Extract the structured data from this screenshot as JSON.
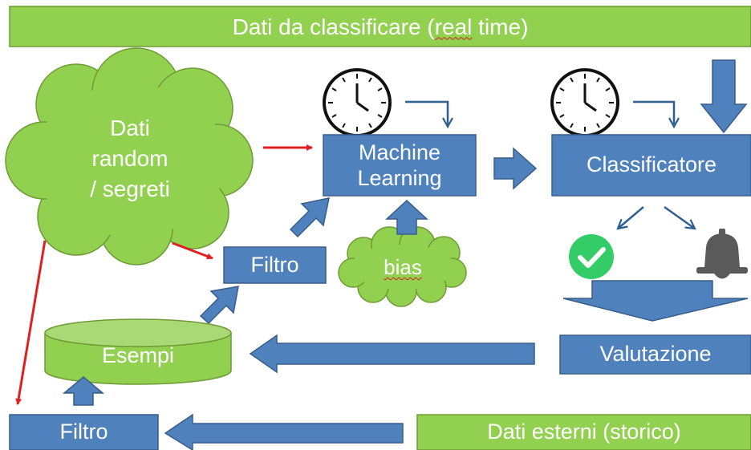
{
  "header": {
    "text_prefix": "Dati da classificare (",
    "text_underlined": "real",
    "text_suffix": " time)"
  },
  "cloud_random": {
    "line1": "Dati",
    "line2": "random",
    "line3": "/ segreti"
  },
  "machine_learning": {
    "line1": "Machine",
    "line2": "Learning"
  },
  "classifier": {
    "label": "Classificatore"
  },
  "filter_top": {
    "label": "Filtro"
  },
  "bias": {
    "label": "bias"
  },
  "examples": {
    "label": "Esempi"
  },
  "evaluation": {
    "label": "Valutazione"
  },
  "filter_bottom": {
    "label": "Filtro"
  },
  "external_data": {
    "label": "Dati esterni (storico)"
  },
  "colors": {
    "green": "#92d050",
    "green_stroke": "#6f9b35",
    "blue": "#4f81bd",
    "blue_stroke": "#385d8a",
    "red": "#e02020",
    "check": "#33cc66",
    "bell": "#5a5a5a"
  }
}
